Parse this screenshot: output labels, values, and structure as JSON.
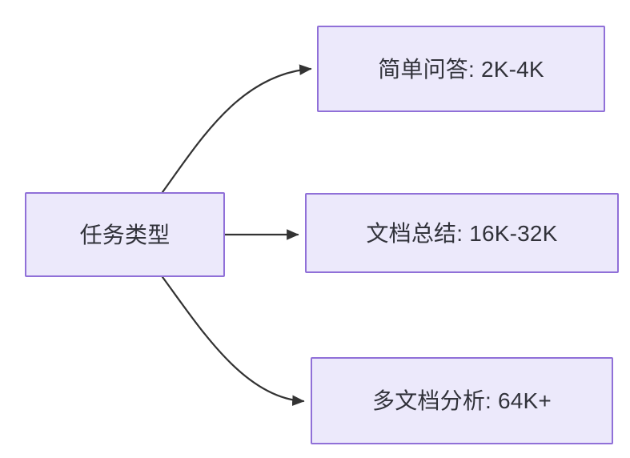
{
  "diagram": {
    "type": "flowchart",
    "direction": "left-to-right",
    "background_color": "#ffffff",
    "node_fill_color": "#ece9fb",
    "node_border_color": "#9070d8",
    "node_text_color": "#31323a",
    "edge_color": "#333333",
    "root": {
      "id": "root",
      "label": "任务类型"
    },
    "branches": [
      {
        "id": "simple-qa",
        "label": "简单问答: 2K-4K",
        "edge_style": "curved",
        "arrow": "filled-triangle"
      },
      {
        "id": "doc-sum",
        "label": "文档总结: 16K-32K",
        "edge_style": "straight",
        "arrow": "filled-triangle"
      },
      {
        "id": "multi-doc",
        "label": "多文档分析: 64K+",
        "edge_style": "curved",
        "arrow": "filled-triangle"
      }
    ]
  }
}
